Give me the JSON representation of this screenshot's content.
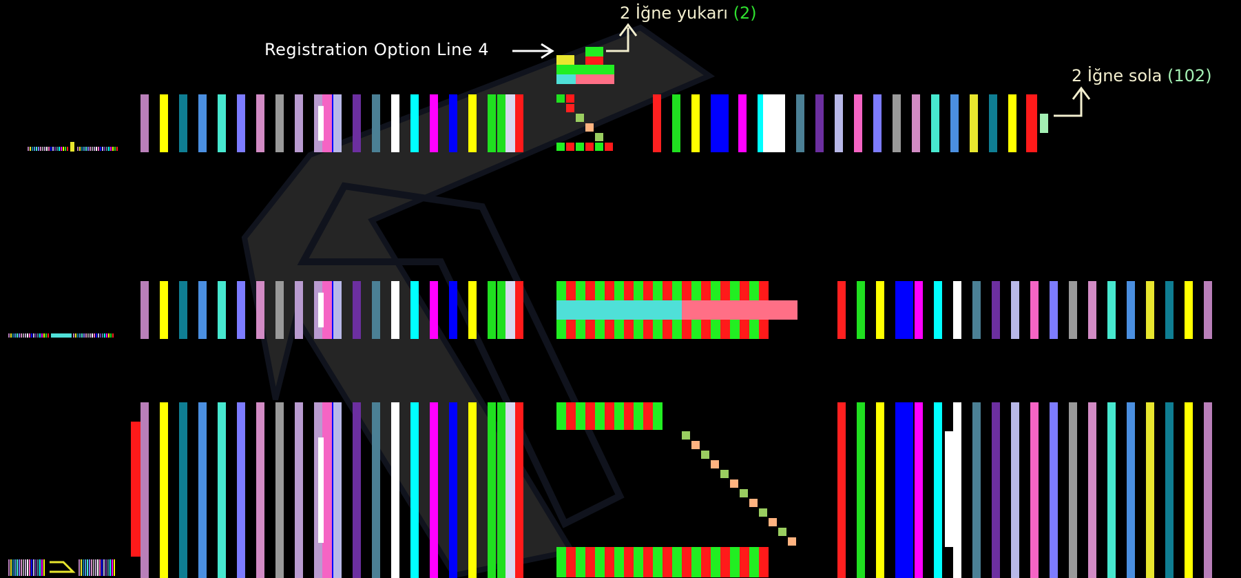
{
  "annotations": {
    "registration_label": "Registration Option Line 4",
    "up_note": {
      "text": "2 İğne yukarı",
      "value": "(2)"
    },
    "left_note": {
      "text": "2 İğne sola",
      "value": "(102)"
    }
  },
  "colors": {
    "stripe_palette": [
      "#b97fb9",
      "#e8e62e",
      "#0f7e93",
      "#4b8fe0",
      "#47e8cf",
      "#7d7cff",
      "#d28bc4",
      "#9a9a9a",
      "#b99bd0",
      "#ffffff",
      "#f564c4",
      "#0000ff",
      "#b8b8e8",
      "#6c2fa0",
      "#4b8095",
      "#00ffff",
      "#ff00ff",
      "#ffff00",
      "#20e020",
      "#ff2020"
    ],
    "accent_red": "#ff1a1a",
    "accent_green": "#22ee22",
    "cyan_bar": "#4fe0d8",
    "pink_bar": "#ff6f86",
    "watermark": "#3c3c3c"
  },
  "icons": [
    "arrow-right-icon",
    "arrow-up-right-icon",
    "watermark-logo"
  ]
}
